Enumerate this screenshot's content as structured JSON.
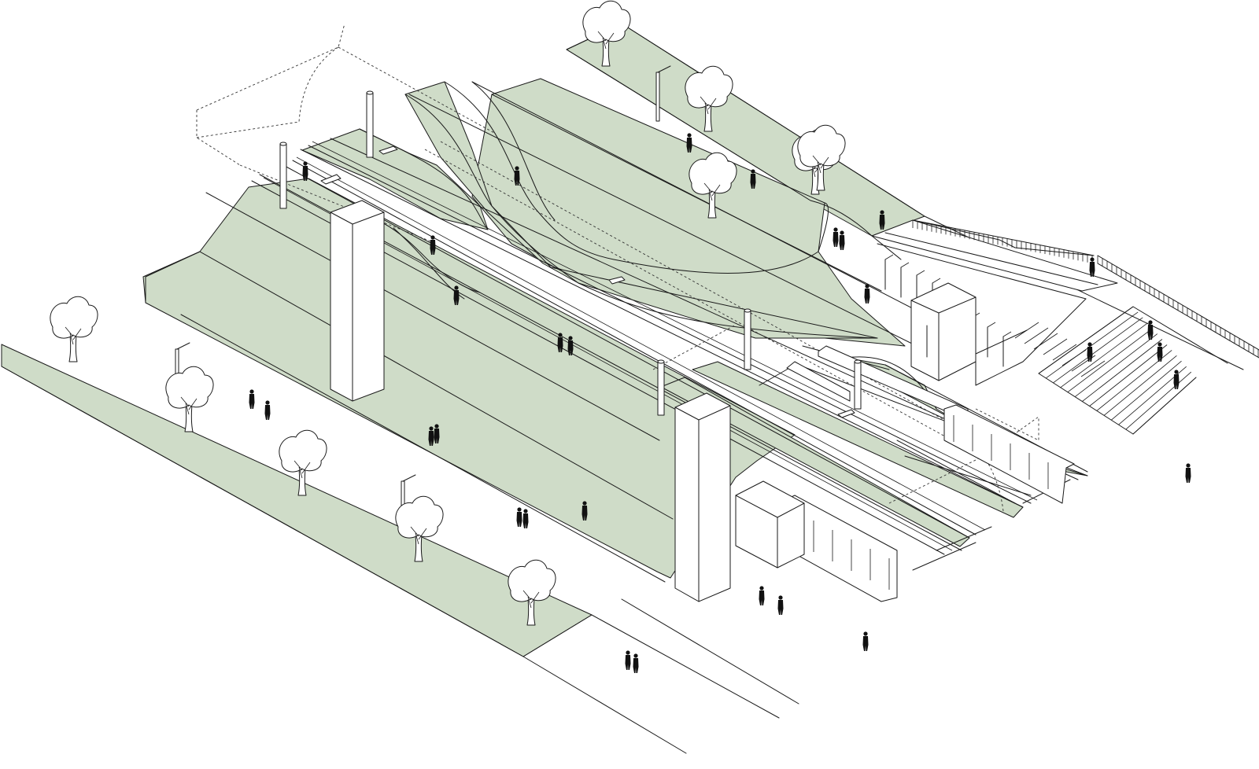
{
  "drawing": {
    "type": "axonometric-urban-section",
    "colors": {
      "ground": "#ffffff",
      "green": "#cfdcc8",
      "line": "#1a1a1a",
      "figure": "#111111"
    },
    "elements": {
      "trees": 10,
      "people": 30,
      "pillars": 2,
      "bollards": 5,
      "street_lamps": 3
    }
  }
}
